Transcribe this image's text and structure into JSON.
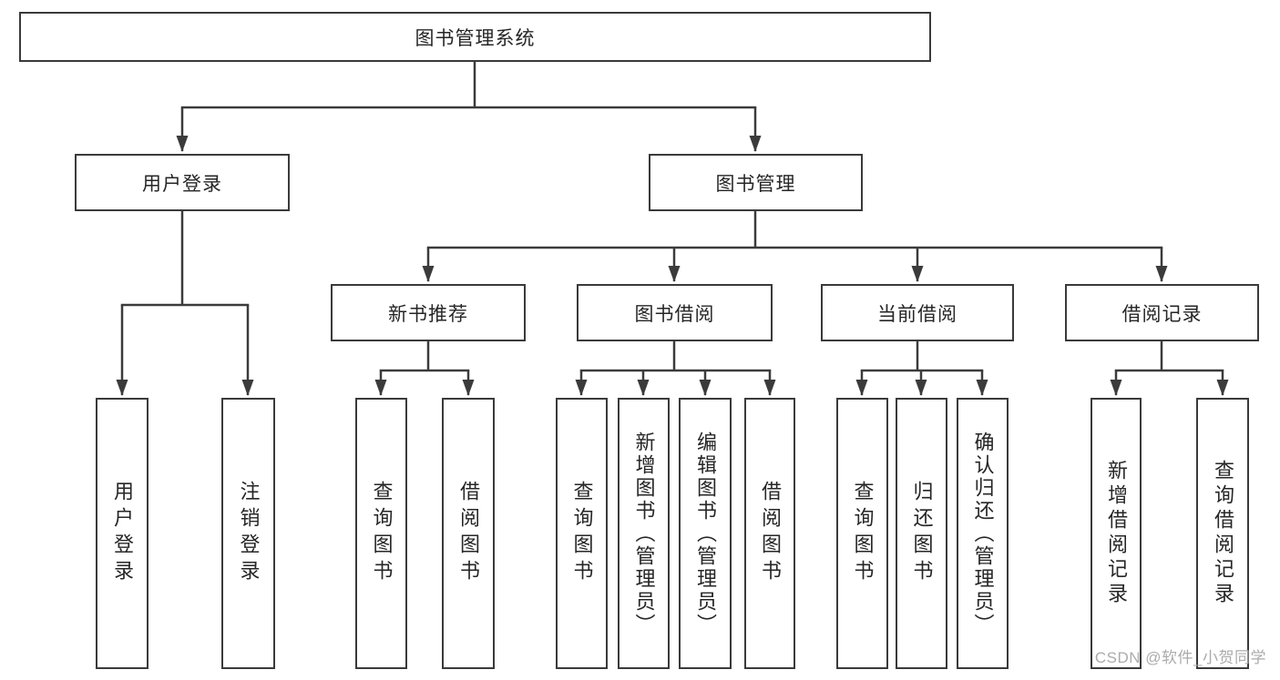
{
  "diagram": {
    "title": "图书管理系统",
    "colors": {
      "line": "#3b3b3b",
      "border": "#3a3a3a",
      "text": "#262626",
      "watermark": "#ababab",
      "background": "#ffffff"
    },
    "nodes": {
      "root": {
        "label": "图书管理系统"
      },
      "user_login": {
        "label": "用户登录"
      },
      "book_management": {
        "label": "图书管理"
      },
      "new_book_recommend": {
        "label": "新书推荐"
      },
      "book_borrow": {
        "label": "图书借阅"
      },
      "current_borrow": {
        "label": "当前借阅"
      },
      "borrow_records": {
        "label": "借阅记录"
      }
    },
    "leaves": {
      "user_login": {
        "label": "用户登录"
      },
      "logout": {
        "label": "注销登录"
      },
      "nb_query": {
        "label": "查询图书"
      },
      "nb_borrow": {
        "label": "借阅图书"
      },
      "bw_query": {
        "label": "查询图书"
      },
      "bw_add": {
        "label": "新增图书（管理员）"
      },
      "bw_edit": {
        "label": "编辑图书（管理员）"
      },
      "bw_borrow": {
        "label": "借阅图书"
      },
      "cur_query": {
        "label": "查询图书"
      },
      "cur_return": {
        "label": "归还图书"
      },
      "cur_confirm": {
        "label": "确认归还（管理员）"
      },
      "rec_add": {
        "label": "新增借阅记录"
      },
      "rec_query": {
        "label": "查询借阅记录"
      }
    },
    "watermark": "CSDN @软件_小贺同学"
  }
}
